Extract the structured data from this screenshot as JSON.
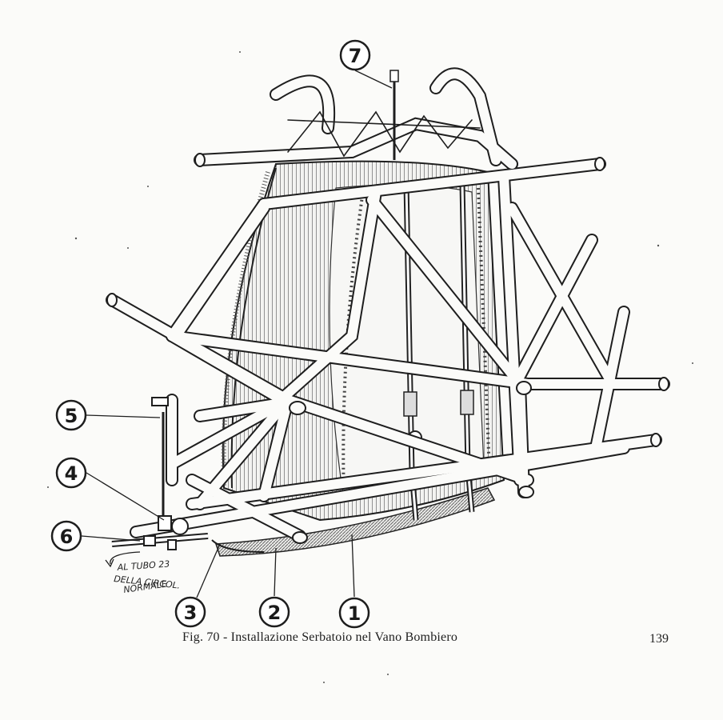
{
  "figure": {
    "caption": "Fig. 70  -  Installazione Serbatoio nel Vano Bombiero",
    "page_number": "139",
    "callouts": [
      "1",
      "2",
      "3",
      "4",
      "5",
      "6",
      "7"
    ],
    "handwritten_note": [
      "AL TUBO 23",
      "DELLA CIRCOL.",
      "NORMALE"
    ],
    "colors": {
      "ink": "#1e1e1e",
      "paper": "#fbfbf9",
      "tank_shade": "#8a8a8a"
    }
  }
}
